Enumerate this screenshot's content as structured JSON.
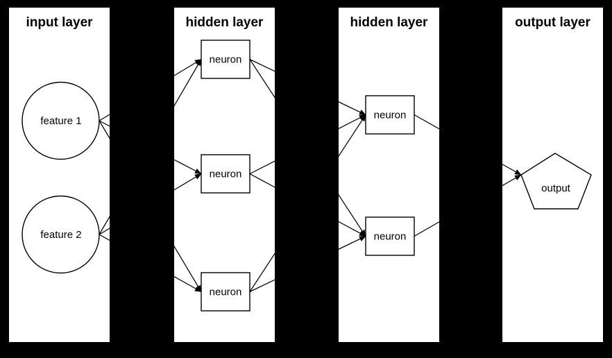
{
  "diagram": {
    "type": "neural-network-architecture",
    "colors": {
      "background": "#000000",
      "panel_fill": "#ffffff",
      "stroke": "#000000",
      "text": "#000000"
    },
    "layers": [
      {
        "title": "input layer",
        "nodes": [
          {
            "id": "f1",
            "label": "feature 1",
            "shape": "circle"
          },
          {
            "id": "f2",
            "label": "feature 2",
            "shape": "circle"
          }
        ]
      },
      {
        "title": "hidden layer",
        "nodes": [
          {
            "id": "h1a",
            "label": "neuron",
            "shape": "rect"
          },
          {
            "id": "h1b",
            "label": "neuron",
            "shape": "rect"
          },
          {
            "id": "h1c",
            "label": "neuron",
            "shape": "rect"
          }
        ]
      },
      {
        "title": "hidden layer",
        "nodes": [
          {
            "id": "h2a",
            "label": "neuron",
            "shape": "rect"
          },
          {
            "id": "h2b",
            "label": "neuron",
            "shape": "rect"
          }
        ]
      },
      {
        "title": "output layer",
        "nodes": [
          {
            "id": "out",
            "label": "output",
            "shape": "pentagon"
          }
        ]
      }
    ],
    "edges": [
      {
        "from": "f1",
        "to": "h1a"
      },
      {
        "from": "f1",
        "to": "h1b"
      },
      {
        "from": "f1",
        "to": "h1c"
      },
      {
        "from": "f2",
        "to": "h1a"
      },
      {
        "from": "f2",
        "to": "h1b"
      },
      {
        "from": "f2",
        "to": "h1c"
      },
      {
        "from": "h1a",
        "to": "h2a"
      },
      {
        "from": "h1a",
        "to": "h2b"
      },
      {
        "from": "h1b",
        "to": "h2a"
      },
      {
        "from": "h1b",
        "to": "h2b"
      },
      {
        "from": "h1c",
        "to": "h2a"
      },
      {
        "from": "h1c",
        "to": "h2b"
      },
      {
        "from": "h2a",
        "to": "out"
      },
      {
        "from": "h2b",
        "to": "out"
      }
    ]
  }
}
